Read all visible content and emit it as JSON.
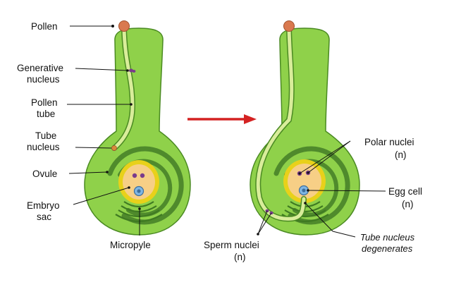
{
  "colors": {
    "tissue_fill": "#8fd14a",
    "tissue_stroke": "#4a8a22",
    "integument": "#4f8a2c",
    "sac_outer": "#e8d11a",
    "sac_inner": "#f7cf86",
    "tube": "#d9ed9a",
    "pollen_grain": "#d9794f",
    "nucleus": "#7a3b8c",
    "egg_cell": "#7fb6e3",
    "arrow": "#d42222",
    "text": "#111111"
  },
  "icons": {
    "process_arrow": "right-arrow-icon"
  },
  "left_diagram": {
    "labels": {
      "pollen": "Pollen",
      "generative_nucleus_1": "Generative",
      "generative_nucleus_2": "nucleus",
      "pollen_tube_1": "Pollen",
      "pollen_tube_2": "tube",
      "tube_nucleus_1": "Tube",
      "tube_nucleus_2": "nucleus",
      "ovule": "Ovule",
      "embryo_sac_1": "Embryo",
      "embryo_sac_2": "sac",
      "micropyle": "Micropyle"
    }
  },
  "right_diagram": {
    "labels": {
      "polar_nuclei_1": "Polar nuclei",
      "polar_nuclei_2": "(n)",
      "egg_cell_1": "Egg cell",
      "egg_cell_2": "(n)",
      "sperm_nuclei_1": "Sperm nuclei",
      "sperm_nuclei_2": "(n)",
      "tube_nucleus_degenerates_1": "Tube nucleus",
      "tube_nucleus_degenerates_2": "degenerates"
    }
  }
}
